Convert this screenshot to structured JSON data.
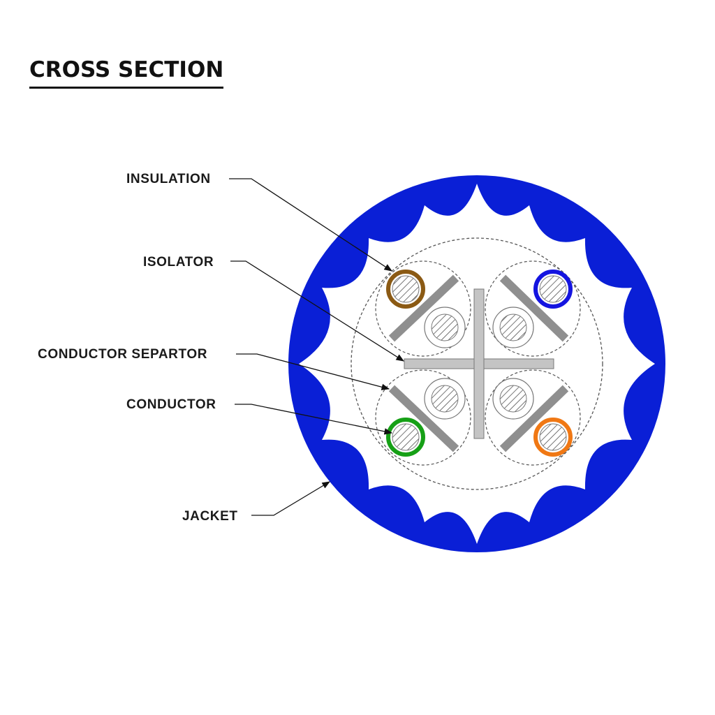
{
  "title": "CROSS SECTION",
  "labels": {
    "insulation": "INSULATION",
    "isolator": "ISOLATOR",
    "conductor_separator": "CONDUCTOR SEPARTOR",
    "conductor": "CONDUCTOR",
    "jacket": "JACKET"
  },
  "colors": {
    "jacket": "#0a1fd6",
    "pair_brown": "#8b5a14",
    "pair_blue": "#1414e0",
    "pair_green": "#16a016",
    "pair_orange": "#f07814",
    "separator": "#a8a8a8"
  }
}
